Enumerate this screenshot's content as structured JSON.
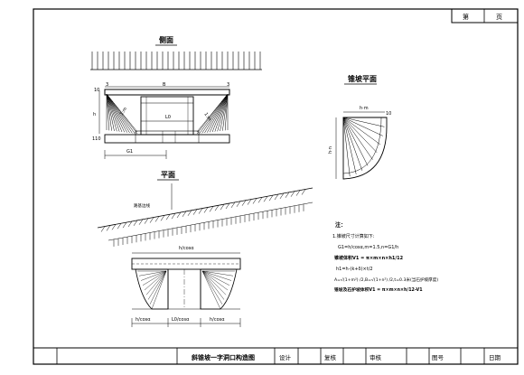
{
  "page_box": {
    "label": "第",
    "unit": "页"
  },
  "side_view": {
    "title": "侧面",
    "labels": {
      "top_left": "10",
      "top_left_b": "3",
      "top_span": "B",
      "top_right": "3",
      "left_height": "h",
      "center": "L0",
      "left_bottom": "110",
      "foot": "G1",
      "left_slope": "1:m",
      "right_slope": "1:m"
    }
  },
  "plan_view": {
    "title": "平面",
    "route_label": "路基边线",
    "top_dim": "h/cosα",
    "bottom_left": "h/cosα",
    "bottom_center": "L0/cosα",
    "bottom_right": "h/cosα"
  },
  "cone_plan": {
    "title": "锥坡平面",
    "top_dim": "h·m",
    "corner_label": "10",
    "side_dim": "h·n"
  },
  "notes": {
    "heading": "注：",
    "lines": [
      "1.锥坡尺寸计算如下:",
      "G1=h/cosα,m=1.5,n=G1/h",
      "锥坡体积V1 = π×m×n×h1/12",
      "h1=h-(k+δ)×t/2",
      "A=√(1+m²) /2,B=√(1+n²) /2,t=0.3米(当石护坡厚度)",
      "锥坡及石护坡体积V1 = π×m×n×h/12-V1"
    ]
  },
  "title_block": {
    "drawing_title": "斜锥坡一字洞口构造图",
    "cells": [
      "设计",
      "复核",
      "审核",
      "图号",
      "日期"
    ]
  }
}
